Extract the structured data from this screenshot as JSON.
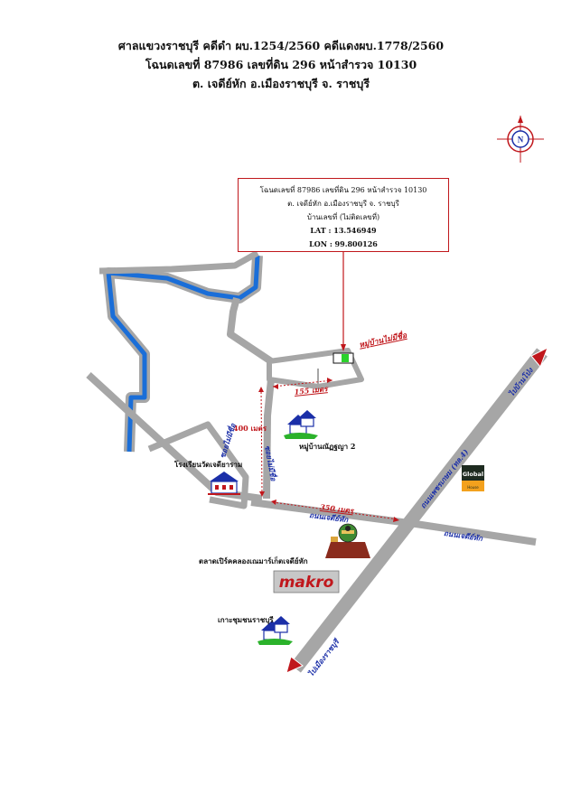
{
  "header": {
    "line1": "ศาลแขวงราชบุรี คดีดำ ผบ.1254/2560 คดีแดงผบ.1778/2560",
    "line2": "โฉนดเลขที่ 87986 เลขที่ดิน 296 หน้าสำรวจ 10130",
    "line3": "ต. เจดีย์หัก อ.เมืองราชบุรี จ. ราชบุรี"
  },
  "compass": {
    "label": "N"
  },
  "info_box": {
    "line1": "โฉนดเลขที่ 87986 เลขที่ดิน 296 หน้าสำรวจ 10130",
    "line2": "ต. เจดีย์หัก อ.เมืองราชบุรี จ. ราชบุรี",
    "line3": "บ้านเลขที่ (ไม่ติดเลขที่)",
    "lat": "LAT : 13.546949",
    "lon": "LON : 99.800126"
  },
  "labels": {
    "village_no_name": "หมู่บ้านไม่มีชื่อ",
    "distance_155": "155 เมตร",
    "distance_400": "400 เมตร",
    "distance_350": "350 เมตร",
    "village_2": "หมู่บ้านณัฏฐญา 2",
    "school": "โรงเรียนวัดเจดียาราม",
    "market": "ตลาดเปิร์คคลองเณมาร์เก็ตเจดีย์หัก",
    "makro": "makro",
    "koh_community": "เกาะชุมชนราชบุรี",
    "global_house": "Global",
    "global_house_sub": "House",
    "road_chedi_hak_1": "ถนนเจดีย์หัก",
    "road_chedi_hak_2": "ถนนเจดีย์หัก",
    "road_phet": "ถนนเพชรเกษม (ทล.4)",
    "to_ban_pong": "ไปบ้านโป่ง",
    "to_mueang": "ไปเมืองราชบุรี",
    "soi_1": "ซอยไม่มีชื่อ",
    "soi_2": "ซอยไม่มีชื่อ"
  },
  "colors": {
    "road": "#a6a6a6",
    "river": "#1a6ed8",
    "accent_red": "#c0171c",
    "target": "#2bd12b",
    "road_label": "#1b2fa8"
  }
}
